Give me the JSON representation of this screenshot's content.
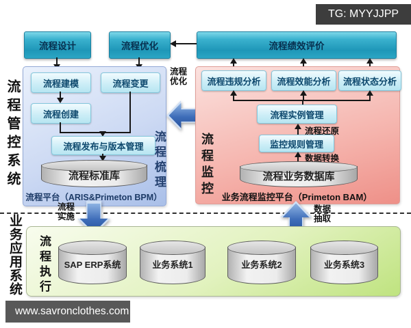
{
  "badge": {
    "text": "TG: MYYJJPP"
  },
  "watermark": {
    "url": "www.savronclothes.com"
  },
  "top_row": {
    "design": "流程设计",
    "optimize": "流程优化",
    "evaluate": "流程绩效评价"
  },
  "outer_labels": {
    "management_system": "流程管控系统",
    "business_system": "业务应用系统"
  },
  "left_panel": {
    "nodes": {
      "modeling": "流程建模",
      "change": "流程变更",
      "create": "流程创建",
      "publish": "流程发布与版本管理"
    },
    "db": "流程标准库",
    "caption": "流程平台（ARIS&Primeton BPM）",
    "side_label": "流程梳理"
  },
  "right_panel": {
    "nodes": {
      "violation": "流程违规分析",
      "efficiency": "流程效能分析",
      "status": "流程状态分析",
      "instance": "流程实例管理",
      "rules": "监控规则管理"
    },
    "labels": {
      "restore": "流程还原",
      "transform": "数据转换"
    },
    "db": "流程业务数据库",
    "caption": "业务流程监控平台（Primeton BAM）",
    "side_label": "流程监控"
  },
  "flow_labels": {
    "optimize": "流程优化",
    "implement": "流程实施",
    "extract": "数据抽取"
  },
  "bottom_panel": {
    "side_label": "流程执行",
    "systems": [
      "SAP ERP系统",
      "业务系统1",
      "业务系统2",
      "业务系统3"
    ]
  },
  "colors": {
    "teal_box": "#1f97b8",
    "left_panel": "#c2d3f0",
    "right_panel": "#f3a8a1",
    "bottom_panel": "#d6ecab",
    "block_arrow": "#3d6cb8",
    "cylinder": "#e0e0e0",
    "badge_bg": "#3d3d3d",
    "watermark_bg": "#585858"
  }
}
